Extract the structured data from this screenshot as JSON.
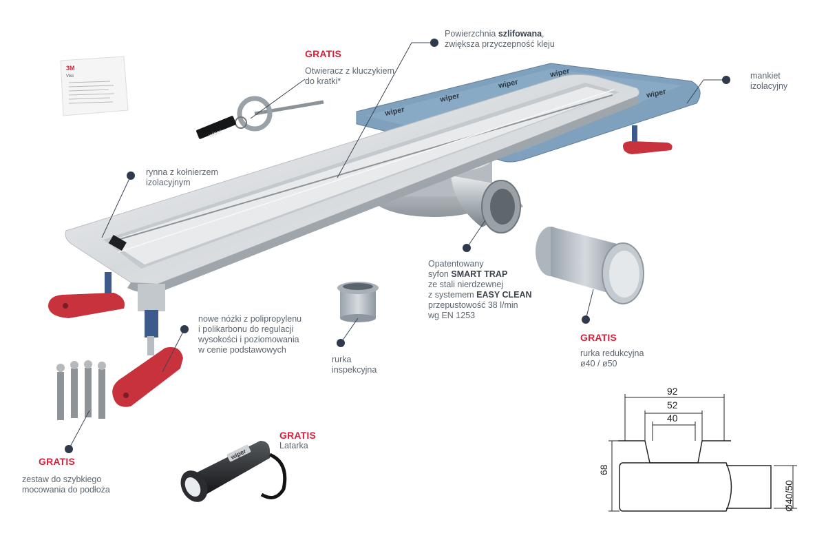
{
  "labels": {
    "surface_pre": "Powierzchnia ",
    "surface_bold": "szlifowana",
    "surface_post": ",",
    "surface_line2": "zwiększa przyczepność kleju",
    "collar_line1": "mankiet",
    "collar_line2": "izolacyjny",
    "opener_gratis": "GRATIS",
    "opener_line1": "Otwieracz z kluczykiem",
    "opener_line2": "do kratki*",
    "gutter_line1": "rynna z kołnierzem",
    "gutter_line2": "izolacyjnym",
    "trap_line1": "Opatentowany",
    "trap_line2_pre": "syfon ",
    "trap_line2_bold": "SMART TRAP",
    "trap_line3": "ze stali nierdzewnej",
    "trap_line4_pre": "z systemem ",
    "trap_line4_bold": "EASY CLEAN",
    "trap_line5": "przepustowość 38 l/min",
    "trap_line6": "wg EN 1253",
    "legs_line1": "nowe nóżki z polipropylenu",
    "legs_line2": "i polikarbonu do regulacji",
    "legs_line3": "wysokości i poziomowania",
    "legs_line4": "w cenie podstawowych",
    "inspection_line1": "rurka",
    "inspection_line2": "inspekcyjna",
    "reducer_gratis": "GRATIS",
    "reducer_line1": "rurka redukcyjna",
    "reducer_line2": "ø40 / ø50",
    "flashlight_gratis": "GRATIS",
    "flashlight_line1": "Latarka",
    "kit_gratis": "GRATIS",
    "kit_line1": "zestaw do szybkiego",
    "kit_line2": "mocowania do podłoża"
  },
  "brand": {
    "collar_print": "wiper",
    "key_print": "wiper",
    "flashlight_print": "wiper",
    "sachet_brand": "3M",
    "sachet_product": "Vikii"
  },
  "dimensions": {
    "outer": "92",
    "middle": "52",
    "inner": "40",
    "height": "68",
    "pipe": "Ø40/50"
  },
  "colors": {
    "accent_red": "#d6213a",
    "dot": "#2f3b4c",
    "membrane": "#7fa1bd",
    "foot_red": "#c8323c"
  }
}
